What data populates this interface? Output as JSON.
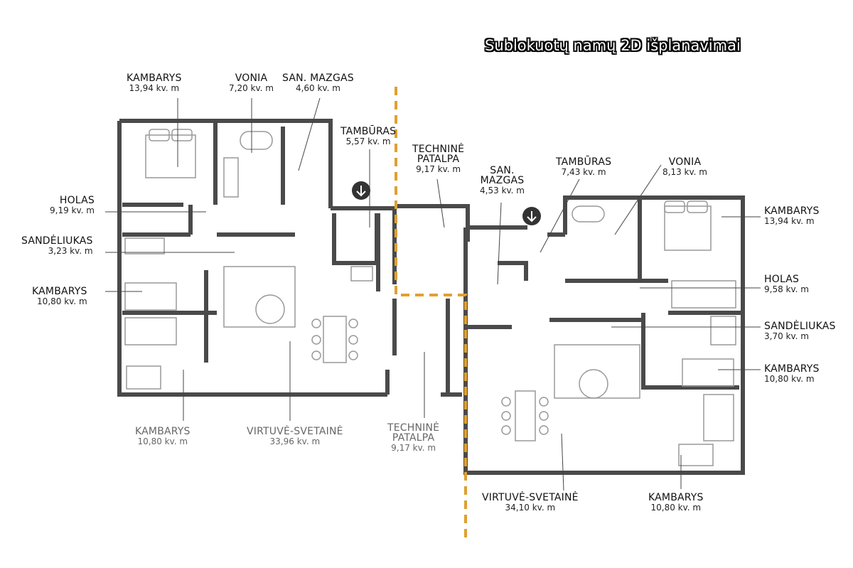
{
  "title": "Sublokuotų namų 2D išplanavimai",
  "colors": {
    "wall": "#4a4a4a",
    "divider": "#e0a030",
    "furniture": "#999999"
  },
  "icons": [
    "arrow-down-icon"
  ],
  "left_rooms": {
    "kambarys_top": {
      "name": "KAMBARYS",
      "area": "13,94 kv. m"
    },
    "vonia": {
      "name": "VONIA",
      "area": "7,20 kv. m"
    },
    "san_mazgas": {
      "name": "SAN. MAZGAS",
      "area": "4,60 kv. m"
    },
    "tamburas": {
      "name": "TAMBŪRAS",
      "area": "5,57 kv. m"
    },
    "holas": {
      "name": "HOLAS",
      "area": "9,19 kv. m"
    },
    "sandeliukas": {
      "name": "SANDĖLIUKAS",
      "area": "3,23 kv. m"
    },
    "kambarys_mid": {
      "name": "KAMBARYS",
      "area": "10,80 kv. m"
    },
    "kambarys_bottom": {
      "name": "KAMBARYS",
      "area": "10,80 kv. m"
    },
    "virtuve": {
      "name": "VIRTUVĖ-SVETAINĖ",
      "area": "33,96 kv. m"
    },
    "technine_bottom": {
      "name1": "TECHNINĖ",
      "name2": "PATALPA",
      "area": "9,17 kv. m"
    }
  },
  "right_rooms": {
    "technine_top": {
      "name1": "TECHNINĖ",
      "name2": "PATALPA",
      "area": "9,17 kv. m"
    },
    "san_mazgas": {
      "name1": "SAN.",
      "name2": "MAZGAS",
      "area": "4,53 kv. m"
    },
    "tamburas": {
      "name": "TAMBŪRAS",
      "area": "7,43 kv. m"
    },
    "vonia": {
      "name": "VONIA",
      "area": "8,13 kv. m"
    },
    "kambarys_top": {
      "name": "KAMBARYS",
      "area": "13,94 kv. m"
    },
    "holas": {
      "name": "HOLAS",
      "area": "9,58 kv. m"
    },
    "sandeliukas": {
      "name": "SANDĖLIUKAS",
      "area": "3,70 kv. m"
    },
    "kambarys_mid": {
      "name": "KAMBARYS",
      "area": "10,80 kv. m"
    },
    "virtuve": {
      "name": "VIRTUVĖ-SVETAINĖ",
      "area": "34,10 kv. m"
    },
    "kambarys_bottom": {
      "name": "KAMBARYS",
      "area": "10,80 kv. m"
    }
  }
}
